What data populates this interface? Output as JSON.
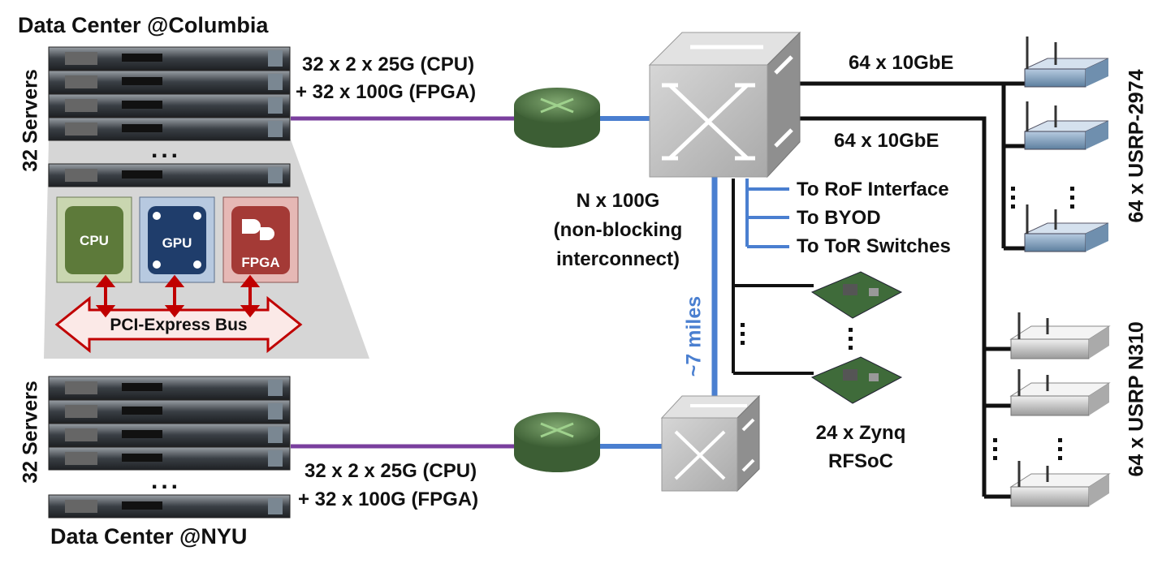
{
  "columbia": {
    "title": "Data Center @Columbia",
    "servers_label": "32 Servers",
    "link_line1": "32 x 2 x 25G (CPU)",
    "link_line2": "+ 32 x 100G (FPGA)",
    "ellipsis": "..."
  },
  "nyu": {
    "title": "Data Center @NYU",
    "servers_label": "32 Servers",
    "link_line1": "32 x 2 x 25G (CPU)",
    "link_line2": "+ 32 x 100G (FPGA)",
    "ellipsis": "..."
  },
  "server_detail": {
    "cpu": "CPU",
    "gpu": "GPU",
    "fpga": "FPGA",
    "bus": "PCI-Express Bus"
  },
  "core_switch": {
    "line1": "N x 100G",
    "line2": "(non-blocking",
    "line3": "interconnect)"
  },
  "fiber": {
    "label": "~7 miles"
  },
  "uplinks": {
    "usrp2974_link": "64 x 10GbE",
    "n310_link": "64 x 10GbE",
    "rof": "To RoF Interface",
    "byod": "To BYOD",
    "tor": "To ToR Switches"
  },
  "devices": {
    "usrp2974": "64 x USRP-2974",
    "usrpn310": "64 x USRP N310",
    "zynq_line1": "24 x Zynq",
    "zynq_line2": "RFSoC"
  },
  "colors": {
    "purple_link": "#7a3f9e",
    "blue_link": "#4a7fd0",
    "router_green": "#4f7a45",
    "switch_gray": "#bdbdbd",
    "cpu_green": "#5d7a3a",
    "gpu_blue": "#1f3d6b",
    "fpga_red": "#a43a36",
    "bus_red": "#c00000"
  }
}
